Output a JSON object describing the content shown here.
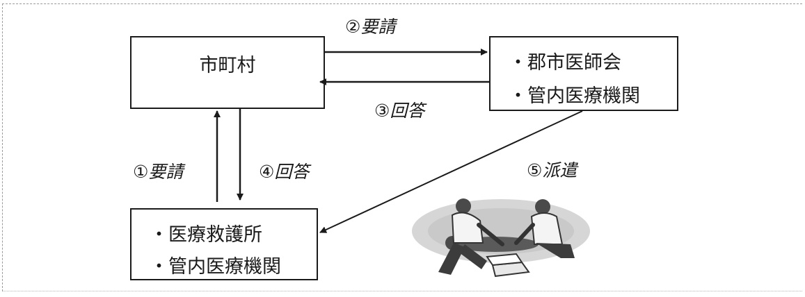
{
  "boxes": {
    "municipality": {
      "title": "市町村"
    },
    "medical_associations": {
      "items": [
        "・郡市医師会",
        "・管内医療機関"
      ]
    },
    "relief_stations": {
      "items": [
        "・医療救護所",
        "・管内医療機関"
      ]
    }
  },
  "arrows": {
    "step1": "①要請",
    "step2": "②要請",
    "step3": "③回答",
    "step4": "④回答",
    "step5": "⑤派遣"
  }
}
